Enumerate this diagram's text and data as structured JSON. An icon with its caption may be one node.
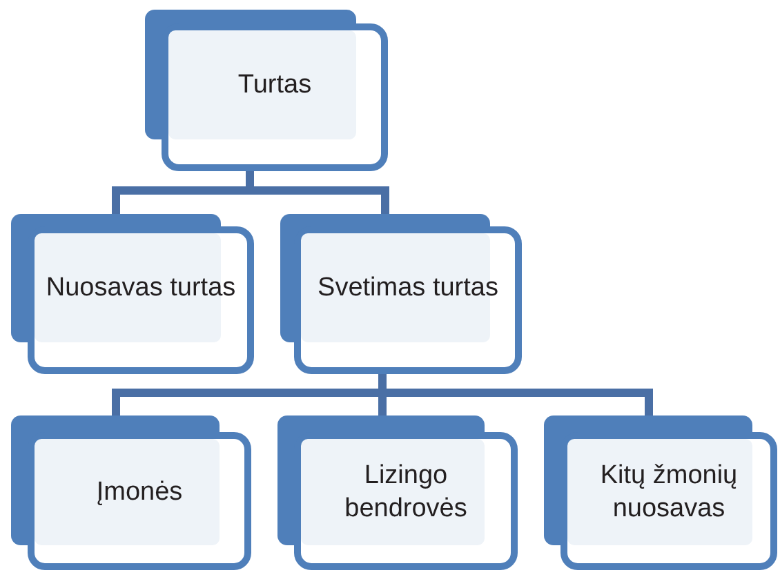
{
  "diagram": {
    "nodes": [
      {
        "text": [
          "Turtas"
        ]
      },
      {
        "text": [
          "Nuosavas turtas"
        ]
      },
      {
        "text": [
          "Svetimas turtas"
        ]
      },
      {
        "text": [
          "Įmonės"
        ]
      },
      {
        "text": [
          "Lizingo bendrovės"
        ]
      },
      {
        "text": [
          "Kitų žmonių nuosavas"
        ]
      }
    ],
    "edges": [
      {
        "from": 0,
        "to": 1,
        "arrow": "none"
      },
      {
        "from": 0,
        "to": 2,
        "arrow": "none"
      },
      {
        "from": 2,
        "to": 3,
        "arrow": "none"
      },
      {
        "from": 2,
        "to": 4,
        "arrow": "none"
      },
      {
        "from": 2,
        "to": 5,
        "arrow": "none"
      }
    ]
  }
}
